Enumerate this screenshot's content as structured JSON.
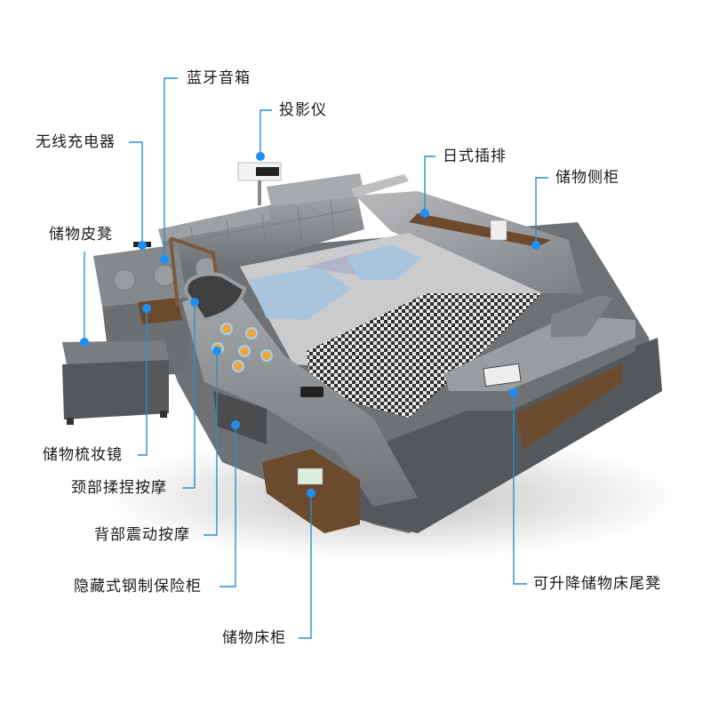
{
  "colors": {
    "leader_line": "#2a8fd0",
    "dot": "#1e8ff5",
    "leather": "#8f9295",
    "leather_dark": "#5e6164",
    "wood": "#6b4a2e",
    "pillow": "#a9c4dd",
    "text": "#1a1a1a"
  },
  "callouts": [
    {
      "id": "bluetooth-speaker",
      "label": "蓝牙音箱"
    },
    {
      "id": "projector",
      "label": "投影仪"
    },
    {
      "id": "wireless-charger",
      "label": "无线充电器"
    },
    {
      "id": "power-strip",
      "label": "日式插排"
    },
    {
      "id": "side-storage-cabinet",
      "label": "储物侧柜"
    },
    {
      "id": "storage-ottoman",
      "label": "储物皮凳"
    },
    {
      "id": "storage-vanity-mirror",
      "label": "储物梳妆镜"
    },
    {
      "id": "neck-kneading-massage",
      "label": "颈部揉捏按摩"
    },
    {
      "id": "back-vibration-massage",
      "label": "背部震动按摩"
    },
    {
      "id": "hidden-steel-safe",
      "label": "隐藏式钢制保险柜"
    },
    {
      "id": "bed-storage-drawer",
      "label": "储物床柜"
    },
    {
      "id": "liftable-storage-bench",
      "label": "可升降储物床尾凳"
    }
  ]
}
